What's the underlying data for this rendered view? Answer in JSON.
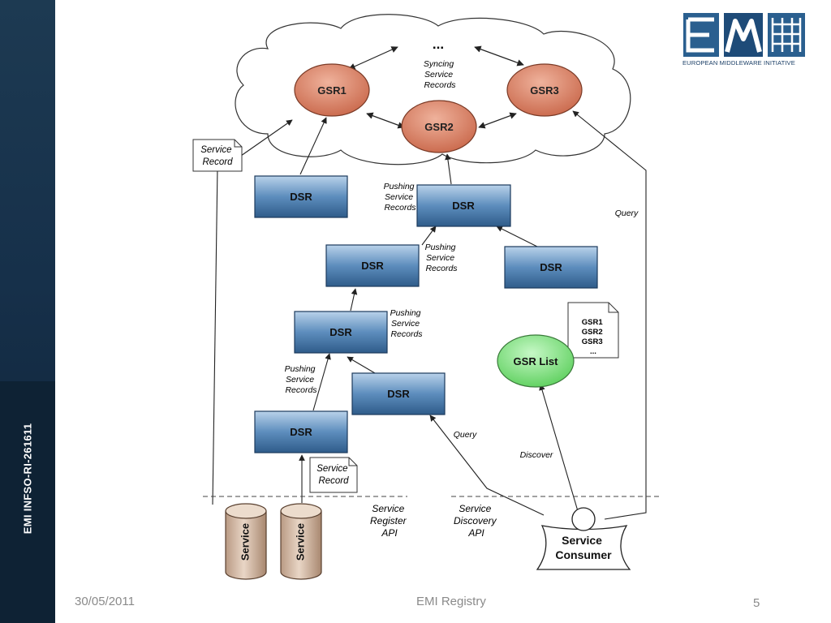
{
  "sidebar": {
    "text": "EMI INFSO-RI-261611"
  },
  "logo": {
    "caption": "EUROPEAN MIDDLEWARE INITIATIVE"
  },
  "diagram": {
    "ellipsis_top": "...",
    "syncing": [
      "Syncing",
      "Service",
      "Records"
    ],
    "gsr1": "GSR1",
    "gsr2": "GSR2",
    "gsr3": "GSR3",
    "dsr": "DSR",
    "service_record": [
      "Service",
      "Record"
    ],
    "pushing": [
      "Pushing",
      "Service",
      "Records"
    ],
    "query": "Query",
    "discover": "Discover",
    "gsr_list": "GSR List",
    "gsr_list_doc": [
      "GSR1",
      "GSR2",
      "GSR3",
      "..."
    ],
    "service": "Service",
    "service_register_api": [
      "Service",
      "Register",
      "API"
    ],
    "service_discovery_api": [
      "Service",
      "Discovery",
      "API"
    ],
    "service_consumer": [
      "Service",
      "Consumer"
    ]
  },
  "footer": {
    "date": "30/05/2011",
    "title": "EMI Registry",
    "page": "5"
  },
  "colors": {
    "gsr_fill": "#d47a5c",
    "dsr_fill": "#3f6e9e",
    "gsr_list_fill": "#86e886",
    "sidebar": "#1b3550"
  }
}
